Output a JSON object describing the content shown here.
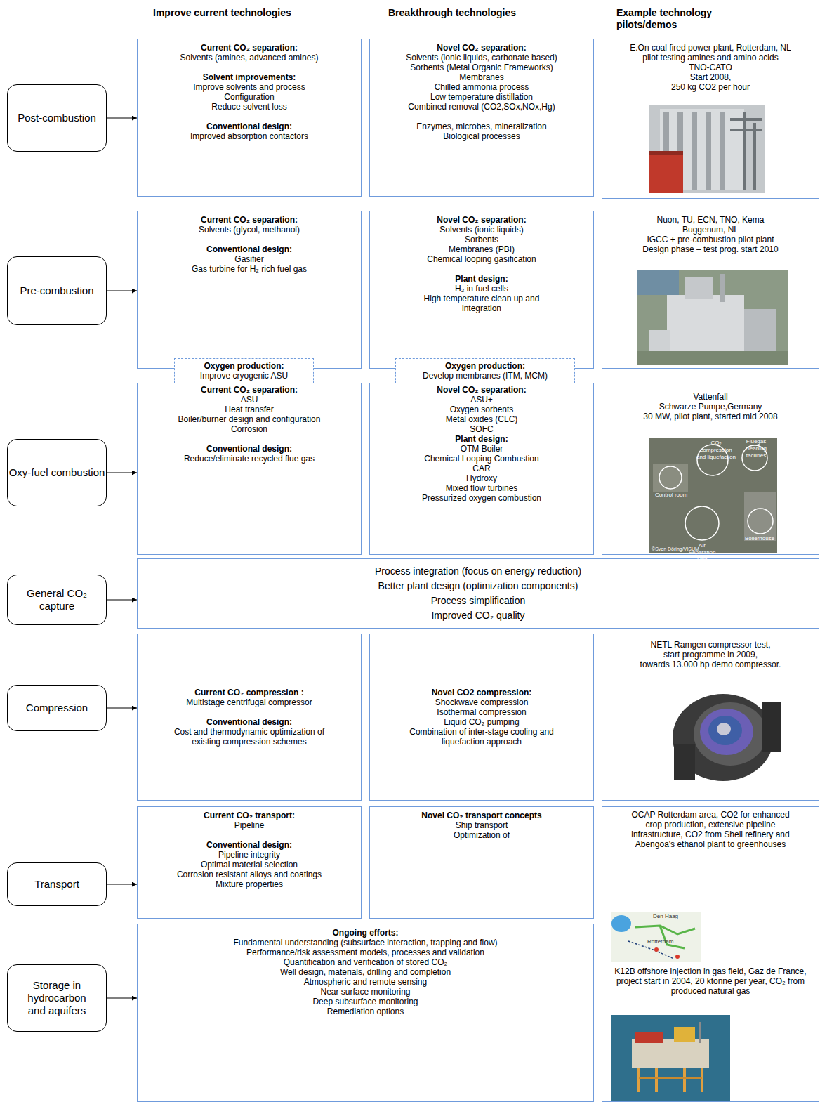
{
  "diagram": {
    "nodes": [
      {
        "text": [
          "Post-combustion"
        ]
      },
      {
        "text": [
          "Current CO₂ separation:",
          "Solvents (amines, advanced amines)",
          "Solvent improvements:",
          "Improve solvents and process",
          "Configuration",
          "Reduce solvent loss",
          "Conventional design:",
          "Improved absorption contactors"
        ]
      },
      {
        "text": [
          "Novel CO₂ separation:",
          "Solvents (ionic liquids, carbonate based)",
          "Sorbents (Metal Organic Frameworks)",
          "Membranes",
          "Chilled ammonia process",
          "Low temperature distillation",
          "Combined removal (CO2,SOx,NOx,Hg)",
          "Enzymes, microbes, mineralization",
          "Biological processes"
        ]
      },
      {
        "text": [
          "E.On coal fired power plant, Rotterdam, NL",
          "pilot testing amines and amino acids",
          "TNO-CATO",
          "Start 2008,",
          "250 kg CO2 per hour"
        ]
      },
      {
        "text": [
          "Pre-combustion"
        ]
      },
      {
        "text": [
          "Current CO₂ separation:",
          "Solvents (glycol, methanol)",
          "Conventional design:",
          "Gasifier",
          "Gas turbine for H₂ rich fuel gas"
        ]
      },
      {
        "text": [
          "Novel CO₂ separation:",
          "Solvents (ionic liquids)",
          "Sorbents",
          "Membranes (PBI)",
          "Chemical looping gasification",
          "Plant design:",
          "H₂ in fuel cells",
          "High temperature clean up and integration"
        ]
      },
      {
        "text": [
          "Nuon, TU, ECN, TNO, Kema",
          "Buggenum, NL",
          "IGCC + pre-combustion pilot plant",
          "Design phase – test prog. start 2010"
        ]
      },
      {
        "text": [
          "Oxygen production:",
          "Improve cryogenic ASU"
        ]
      },
      {
        "text": [
          "Oxygen production:",
          "Develop membranes (ITM, MCM)"
        ]
      },
      {
        "text": [
          "Oxy-fuel combustion"
        ]
      },
      {
        "text": [
          "Current CO₂ separation:",
          "ASU",
          "Heat transfer",
          "Boiler/burner design and configuration",
          "Corrosion",
          "Conventional design:",
          "Reduce/eliminate recycled flue gas"
        ]
      },
      {
        "text": [
          "Novel CO₂ separation:",
          "ASU+",
          "Oxygen sorbents",
          "Metal oxides (CLC)",
          "SOFC",
          "Plant design:",
          "OTM Boiler",
          "Chemical Looping Combustion",
          "CAR",
          "Hydroxy",
          "Mixed flow turbines",
          "Pressurized oxygen combustion"
        ]
      },
      {
        "text": [
          "Vattenfall",
          "Schwarze Pumpe,Germany",
          "30 MW, pilot plant, started mid 2008"
        ]
      },
      {
        "text": [
          "General CO₂ capture"
        ]
      },
      {
        "text": [
          "Process integration (focus on energy reduction)",
          "Better plant design (optimization components)",
          "Process simplification",
          "Improved CO₂ quality"
        ]
      },
      {
        "text": [
          "Compression"
        ]
      },
      {
        "text": [
          "Current CO₂ compression :",
          "Multistage centrifugal compressor",
          "Conventional design:",
          "Cost and thermodynamic optimization of existing compression schemes"
        ]
      },
      {
        "text": [
          "Novel CO2 compression:",
          "Shockwave compression",
          "Isothermal compression",
          "Liquid CO₂ pumping",
          "Combination of inter-stage cooling and liquefaction approach"
        ]
      },
      {
        "text": [
          "NETL Ramgen compressor test,",
          "start programme in 2009,",
          "towards 13.000 hp demo compressor."
        ]
      },
      {
        "text": [
          "Transport"
        ]
      },
      {
        "text": [
          "Current CO₂ transport:",
          "Pipeline",
          "Conventional design:",
          "Pipeline integrity",
          "Optimal material selection",
          "Corrosion resistant alloys and coatings",
          "Mixture properties"
        ]
      },
      {
        "text": [
          "Novel CO₂ transport concepts",
          "Ship transport",
          "Optimization of"
        ]
      },
      {
        "text": [
          "OCAP Rotterdam area, CO2 for enhanced crop production, extensive pipeline infrastructure, CO2 from Shell refinery and Abengoa's ethanol plant to greenhouses",
          "K12B offshore injection in gas field, Gaz de France, project start in 2004, 20 ktonne per year, CO₂ from produced natural gas"
        ]
      },
      {
        "text": [
          "Storage in hydrocarbon and aquifers"
        ]
      },
      {
        "text": [
          "Ongoing efforts:",
          "Fundamental understanding (subsurface interaction, trapping and flow)",
          "Performance/risk assessment models, processes and validation",
          "Quantification and verification of stored CO₂",
          "Well design, materials, drilling and completion",
          "Atmospheric and remote sensing",
          "Near surface monitoring",
          "Deep subsurface monitoring",
          "Remediation options"
        ]
      }
    ],
    "edges": [
      {
        "from": 0,
        "to": 1,
        "arrow": "to"
      },
      {
        "from": 4,
        "to": 5,
        "arrow": "to"
      },
      {
        "from": 10,
        "to": 11,
        "arrow": "to"
      },
      {
        "from": 14,
        "to": 15,
        "arrow": "to"
      },
      {
        "from": 16,
        "to": 17,
        "arrow": "to"
      },
      {
        "from": 20,
        "to": 21,
        "arrow": "to"
      },
      {
        "from": 24,
        "to": 25,
        "arrow": "to"
      }
    ],
    "labels": [
      "Improve current technologies",
      "Breakthrough technologies",
      "Example technology pilots/demos",
      "CO₂ compression and liquefaction",
      "Fluegas cleaning facilities",
      "Control room",
      "Air Separation Unit",
      "Boilerhouse",
      "©Sven Döring/VISUM",
      "Den Haag",
      "Rotterdam"
    ]
  }
}
